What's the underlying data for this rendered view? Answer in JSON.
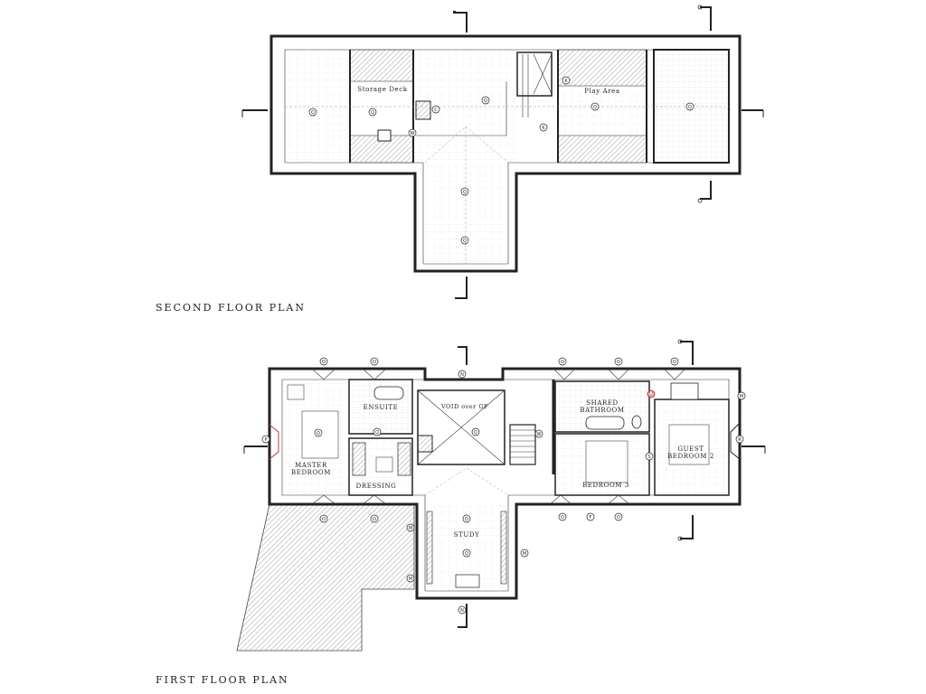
{
  "plans": {
    "second_floor_title": "SECOND FLOOR PLAN",
    "first_floor_title": "FIRST FLOOR PLAN"
  },
  "rooms": {
    "storage_deck": "Storage Deck",
    "play_area": "Play Area",
    "ensuite": "ENSUITE",
    "void": "VOID over GF",
    "shared_bathroom_1": "SHARED",
    "shared_bathroom_2": "BATHROOM",
    "master_bedroom_1": "MASTER",
    "master_bedroom_2": "BEDROOM",
    "guest_bedroom_1": "GUEST",
    "guest_bedroom_2": "BEDROOM 2",
    "dressing": "DRESSING",
    "bedroom_3": "BEDROOM 3",
    "study": "STUDY"
  },
  "tags": {
    "Q": "Q",
    "C": "C",
    "W": "W",
    "K": "K",
    "O": "O",
    "N": "N",
    "P": "P",
    "R": "R",
    "M": "M",
    "S": "S",
    "F": "F",
    "U": "U"
  },
  "colors": {
    "line": "#222222",
    "hatch": "#888888",
    "accent_red": "#cc3333"
  }
}
